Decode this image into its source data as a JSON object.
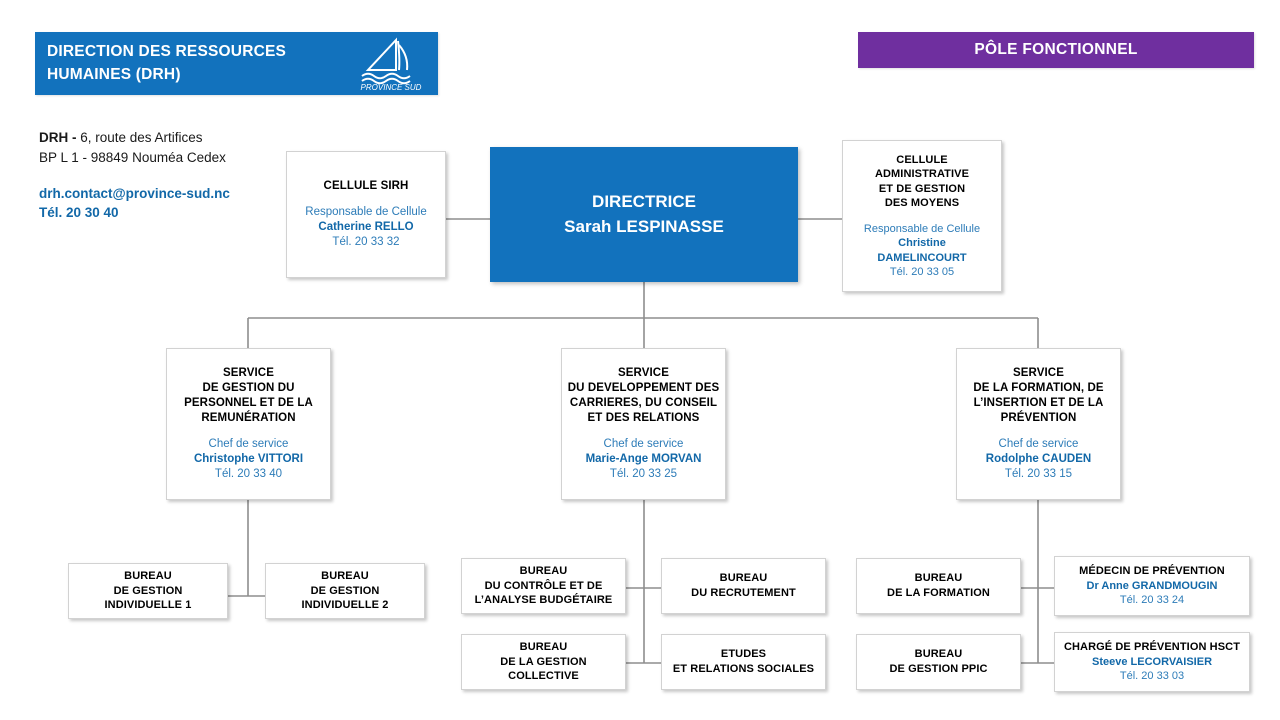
{
  "header": {
    "title_line1": "DIRECTION  DES RESSOURCES",
    "title_line2": "HUMAINES (DRH)",
    "logo_caption": "PROVINCE SUD",
    "logo_icon": "sailboat-waves-icon",
    "pole_label": "PÔLE FONCTIONNEL",
    "banner_color": "#1272bd",
    "pole_color": "#6f2f9f"
  },
  "contact": {
    "address_prefix": "DRH -",
    "address_line1": " 6, route des Artifices",
    "address_line2": "BP L 1 - 98849 Nouméa Cedex",
    "email": "drh.contact@province-sud.nc",
    "phone": "Tél. 20 30 40",
    "link_color": "#1268a8"
  },
  "directrice": {
    "title": "DIRECTRICE",
    "name": "Sarah LESPINASSE"
  },
  "top_cells": [
    {
      "id": "sirh",
      "title_lines": [
        "CELLULE SIRH"
      ],
      "role": "Responsable de Cellule",
      "person": "Catherine RELLO",
      "phone": "Tél. 20 33 32"
    },
    {
      "id": "cellule-admin",
      "title_lines": [
        "CELLULE",
        "ADMINISTRATIVE",
        "ET DE GESTION",
        "DES MOYENS"
      ],
      "role": "Responsable  de Cellule",
      "person_line1": "Christine",
      "person_line2": "DAMELINCOURT",
      "phone": "Tél. 20 33 05"
    }
  ],
  "services": [
    {
      "id": "service-1",
      "title_lines": [
        "SERVICE",
        "DE GESTION  DU",
        "PERSONNEL ET DE LA",
        "REMUNÉRATION"
      ],
      "role": "Chef de service",
      "person": "Christophe VITTORI",
      "phone": "Tél. 20 33 40"
    },
    {
      "id": "service-2",
      "title_lines": [
        "SERVICE",
        "DU DEVELOPPEMENT  DES",
        "CARRIERES,  DU CONSEIL",
        "ET DES RELATIONS"
      ],
      "role": "Chef de service",
      "person": "Marie-Ange MORVAN",
      "phone": "Tél. 20 33 25"
    },
    {
      "id": "service-3",
      "title_lines": [
        "SERVICE",
        "DE LA FORMATION, DE",
        "L’INSERTION  ET DE LA",
        "PRÉVENTION"
      ],
      "role": "Chef de service",
      "person": "Rodolphe CAUDEN",
      "phone": "Tél. 20 33 15"
    }
  ],
  "bureaus": {
    "gi1": {
      "lines": [
        "BUREAU",
        "DE GESTION",
        "INDIVIDUELLE  1"
      ]
    },
    "gi2": {
      "lines": [
        "BUREAU",
        "DE GESTION",
        "INDIVIDUELLE  2"
      ]
    },
    "controle": {
      "lines": [
        "BUREAU",
        "DU CONTRÔLE ET DE",
        "L’ANALYSE BUDGÉTAIRE"
      ]
    },
    "recrutement": {
      "lines": [
        "BUREAU",
        "DU RECRUTEMENT"
      ]
    },
    "collective": {
      "lines": [
        "BUREAU",
        "DE LA GESTION",
        "COLLECTIVE"
      ]
    },
    "etudes": {
      "lines": [
        "ETUDES",
        "ET RELATIONS  SOCIALES"
      ]
    },
    "formation": {
      "lines": [
        "BUREAU",
        "DE LA FORMATION"
      ]
    },
    "ppic": {
      "lines": [
        "BUREAU",
        "DE GESTION  PPIC"
      ]
    },
    "medecin": {
      "title": "MÉDECIN  DE PRÉVENTION",
      "person": "Dr Anne GRANDMOUGIN",
      "phone": "Tél. 20 33 24"
    },
    "hsct": {
      "title": "CHARGÉ DE PRÉVENTION  HSCT",
      "person": "Steeve LECORVAISIER",
      "phone": "Tél. 20 33 03"
    }
  }
}
